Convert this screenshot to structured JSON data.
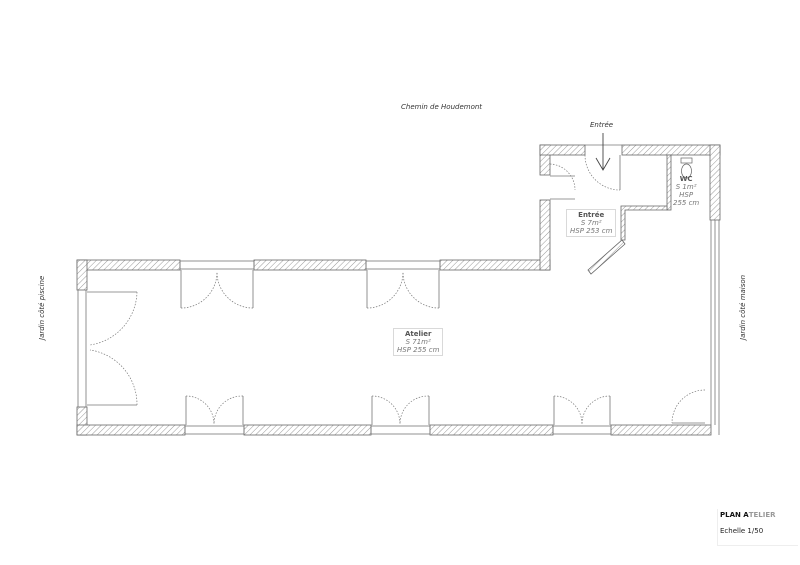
{
  "street_label": "Chemin de Houdemont",
  "entrance_arrow_label": "Entrée",
  "garden_left_label": "Jardin côté piscine",
  "garden_right_label": "Jardin côté maison",
  "rooms": {
    "entree": {
      "name": "Entrée",
      "surface": "S 7m²",
      "height": "HSP 253 cm"
    },
    "wc": {
      "name": "WC",
      "surface": "S 1m²",
      "height_label": "HSP",
      "height_value": "255 cm"
    },
    "atelier": {
      "name": "Atelier",
      "surface": "S 71m²",
      "height": "HSP 255 cm"
    }
  },
  "title_block": {
    "title_bold": "PLAN A",
    "title_light": "TELIER",
    "scale": "Echelle 1/50"
  },
  "colors": {
    "wall_hatch": "#9a9a9a",
    "line": "#555555",
    "door_swing": "#777777",
    "background": "#ffffff"
  }
}
